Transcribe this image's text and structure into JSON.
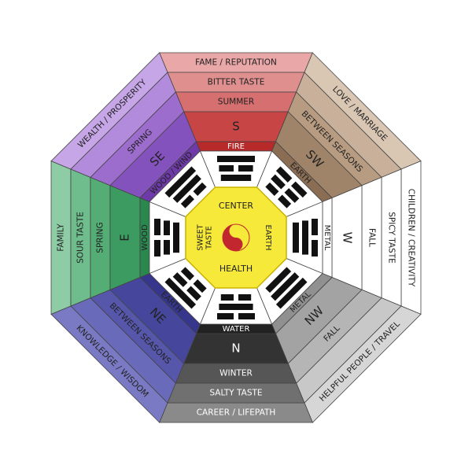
{
  "center": {
    "labels": {
      "top": "CENTER",
      "bottom": "HEALTH",
      "left": "SWEET\nTASTE",
      "right": "EARTH"
    },
    "fill": "#f7e93a",
    "stroke": "#c9b400",
    "yinyang": {
      "red": "#c2262e",
      "yellow": "#f7e93a"
    }
  },
  "trigram": {
    "color": "#111111",
    "bagua_fill": "#ffffff"
  },
  "sectors": [
    {
      "id": "south",
      "colors": [
        "#e9a7a7",
        "#e08f8f",
        "#d66f6f",
        "#c74545",
        "#b82a2a",
        "#a81e1e"
      ],
      "ring_labels": [
        "FAME / REPUTATION",
        "BITTER TASTE",
        "SUMMER",
        "S",
        "FIRE"
      ],
      "text_color": [
        "#222",
        "#222",
        "#222",
        "#222",
        "#ffffff"
      ],
      "trigram": [
        1,
        0,
        1
      ]
    },
    {
      "id": "southwest",
      "colors": [
        "#d9c6b3",
        "#c9b09a",
        "#b89c82",
        "#a0846a",
        "#8a6d53",
        "#6f5540"
      ],
      "ring_labels": [
        "LOVE / MARRIAGE",
        "",
        "BETWEEN SEASONS",
        "SW",
        "EARTH"
      ],
      "text_color": [
        "#222",
        "#222",
        "#222",
        "#222",
        "#222"
      ],
      "trigram": [
        0,
        0,
        0
      ]
    },
    {
      "id": "west",
      "colors": [
        "#ffffff",
        "#ffffff",
        "#ffffff",
        "#ffffff",
        "#ffffff",
        "#ffffff"
      ],
      "ring_labels": [
        "CHILDREN  / CREATIVITY",
        "SPICY TASTE",
        "FALL",
        "W",
        "METAL"
      ],
      "text_color": [
        "#222",
        "#222",
        "#222",
        "#222",
        "#222"
      ],
      "trigram": [
        0,
        1,
        1
      ]
    },
    {
      "id": "northwest",
      "colors": [
        "#d6d6d6",
        "#c8c8c8",
        "#b5b5b5",
        "#a3a3a3",
        "#909090",
        "#7a7a7a"
      ],
      "ring_labels": [
        "HELPFUL PEOPLE / TRAVEL",
        "",
        "FALL",
        "NW",
        "METAL"
      ],
      "text_color": [
        "#222",
        "#222",
        "#222",
        "#222",
        "#222"
      ],
      "trigram": [
        1,
        1,
        1
      ]
    },
    {
      "id": "north",
      "colors": [
        "#8a8a8a",
        "#707070",
        "#565656",
        "#333333",
        "#222222",
        "#111111"
      ],
      "ring_labels": [
        "CAREER / LIFEPATH",
        "SALTY TASTE",
        "WINTER",
        "N",
        "WATER"
      ],
      "text_color": [
        "#ffffff",
        "#ffffff",
        "#ffffff",
        "#ffffff",
        "#ffffff"
      ],
      "trigram": [
        0,
        1,
        0
      ]
    },
    {
      "id": "northeast",
      "colors": [
        "#7a7ac4",
        "#6a6abb",
        "#5656ab",
        "#46469c",
        "#36368c",
        "#2a2a7a"
      ],
      "ring_labels": [
        "KNOWLEDGE / WISDOM",
        "",
        "BETWEEN SEASONS",
        "NE",
        "EARTH"
      ],
      "text_color": [
        "#222",
        "#222",
        "#222",
        "#222",
        "#222"
      ],
      "trigram": [
        1,
        0,
        0
      ]
    },
    {
      "id": "east",
      "colors": [
        "#8dcca5",
        "#6fbd8c",
        "#54ad75",
        "#3c9b60",
        "#2a884e",
        "#1f7040"
      ],
      "ring_labels": [
        "FAMILY",
        "SOUR TASTE",
        "SPRING",
        "E",
        "WOOD"
      ],
      "text_color": [
        "#222",
        "#222",
        "#222",
        "#222",
        "#222"
      ],
      "trigram": [
        0,
        0,
        1
      ]
    },
    {
      "id": "southeast",
      "colors": [
        "#c6a6e6",
        "#b38bdc",
        "#9c6dcd",
        "#8452bd",
        "#6e3aa8",
        "#5a2a94"
      ],
      "ring_labels": [
        "WEALTH / PROSPERITY",
        "",
        "SPRING",
        "SE",
        "WOOD / WIND"
      ],
      "text_color": [
        "#222",
        "#222",
        "#222",
        "#222",
        "#222"
      ],
      "trigram": [
        1,
        1,
        0
      ]
    }
  ]
}
